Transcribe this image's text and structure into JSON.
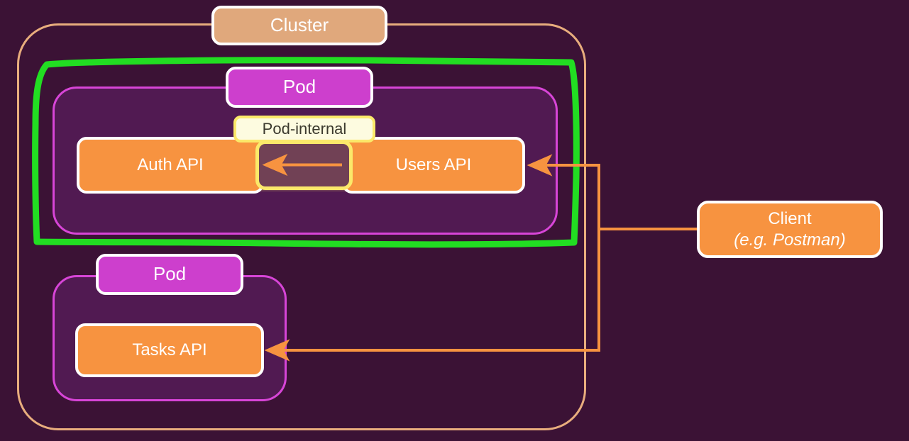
{
  "diagram": {
    "title": "Kubernetes cluster with pods, APIs and client",
    "background_color": "#3b1235"
  },
  "cluster": {
    "label": "Cluster",
    "border_color": "#e8ad7d",
    "chip_color": "#e0a87c"
  },
  "pods": [
    {
      "label": "Pod",
      "border_color": "#d745d7",
      "fill_color": "#511a52",
      "chip_color": "#cd3fcd",
      "highlighted": true,
      "highlight_color": "#22dd22"
    },
    {
      "label": "Pod",
      "border_color": "#d745d7",
      "fill_color": "#511a52",
      "chip_color": "#cd3fcd",
      "highlighted": false
    }
  ],
  "services": [
    {
      "label": "Auth API",
      "color": "#f79340"
    },
    {
      "label": "Users API",
      "color": "#f79340"
    },
    {
      "label": "Tasks API",
      "color": "#f79340"
    }
  ],
  "pod_internal": {
    "label": "Pod-internal",
    "border_color": "#fbe96a",
    "chip_fill": "#fdfbe0",
    "chip_text_color": "#3c3a2e",
    "channel_fill": "#714155",
    "arrow_color": "#f79340",
    "arrow_direction": "Users API to Auth API"
  },
  "client": {
    "line1": "Client",
    "line2": "(e.g. Postman)",
    "color": "#f79340"
  },
  "connectors": [
    {
      "name": "client-to-users-api",
      "from": "Client",
      "to": "Users API",
      "color": "#f79340"
    },
    {
      "name": "client-to-tasks-api",
      "from": "Client",
      "to": "Tasks API",
      "color": "#f79340"
    }
  ]
}
